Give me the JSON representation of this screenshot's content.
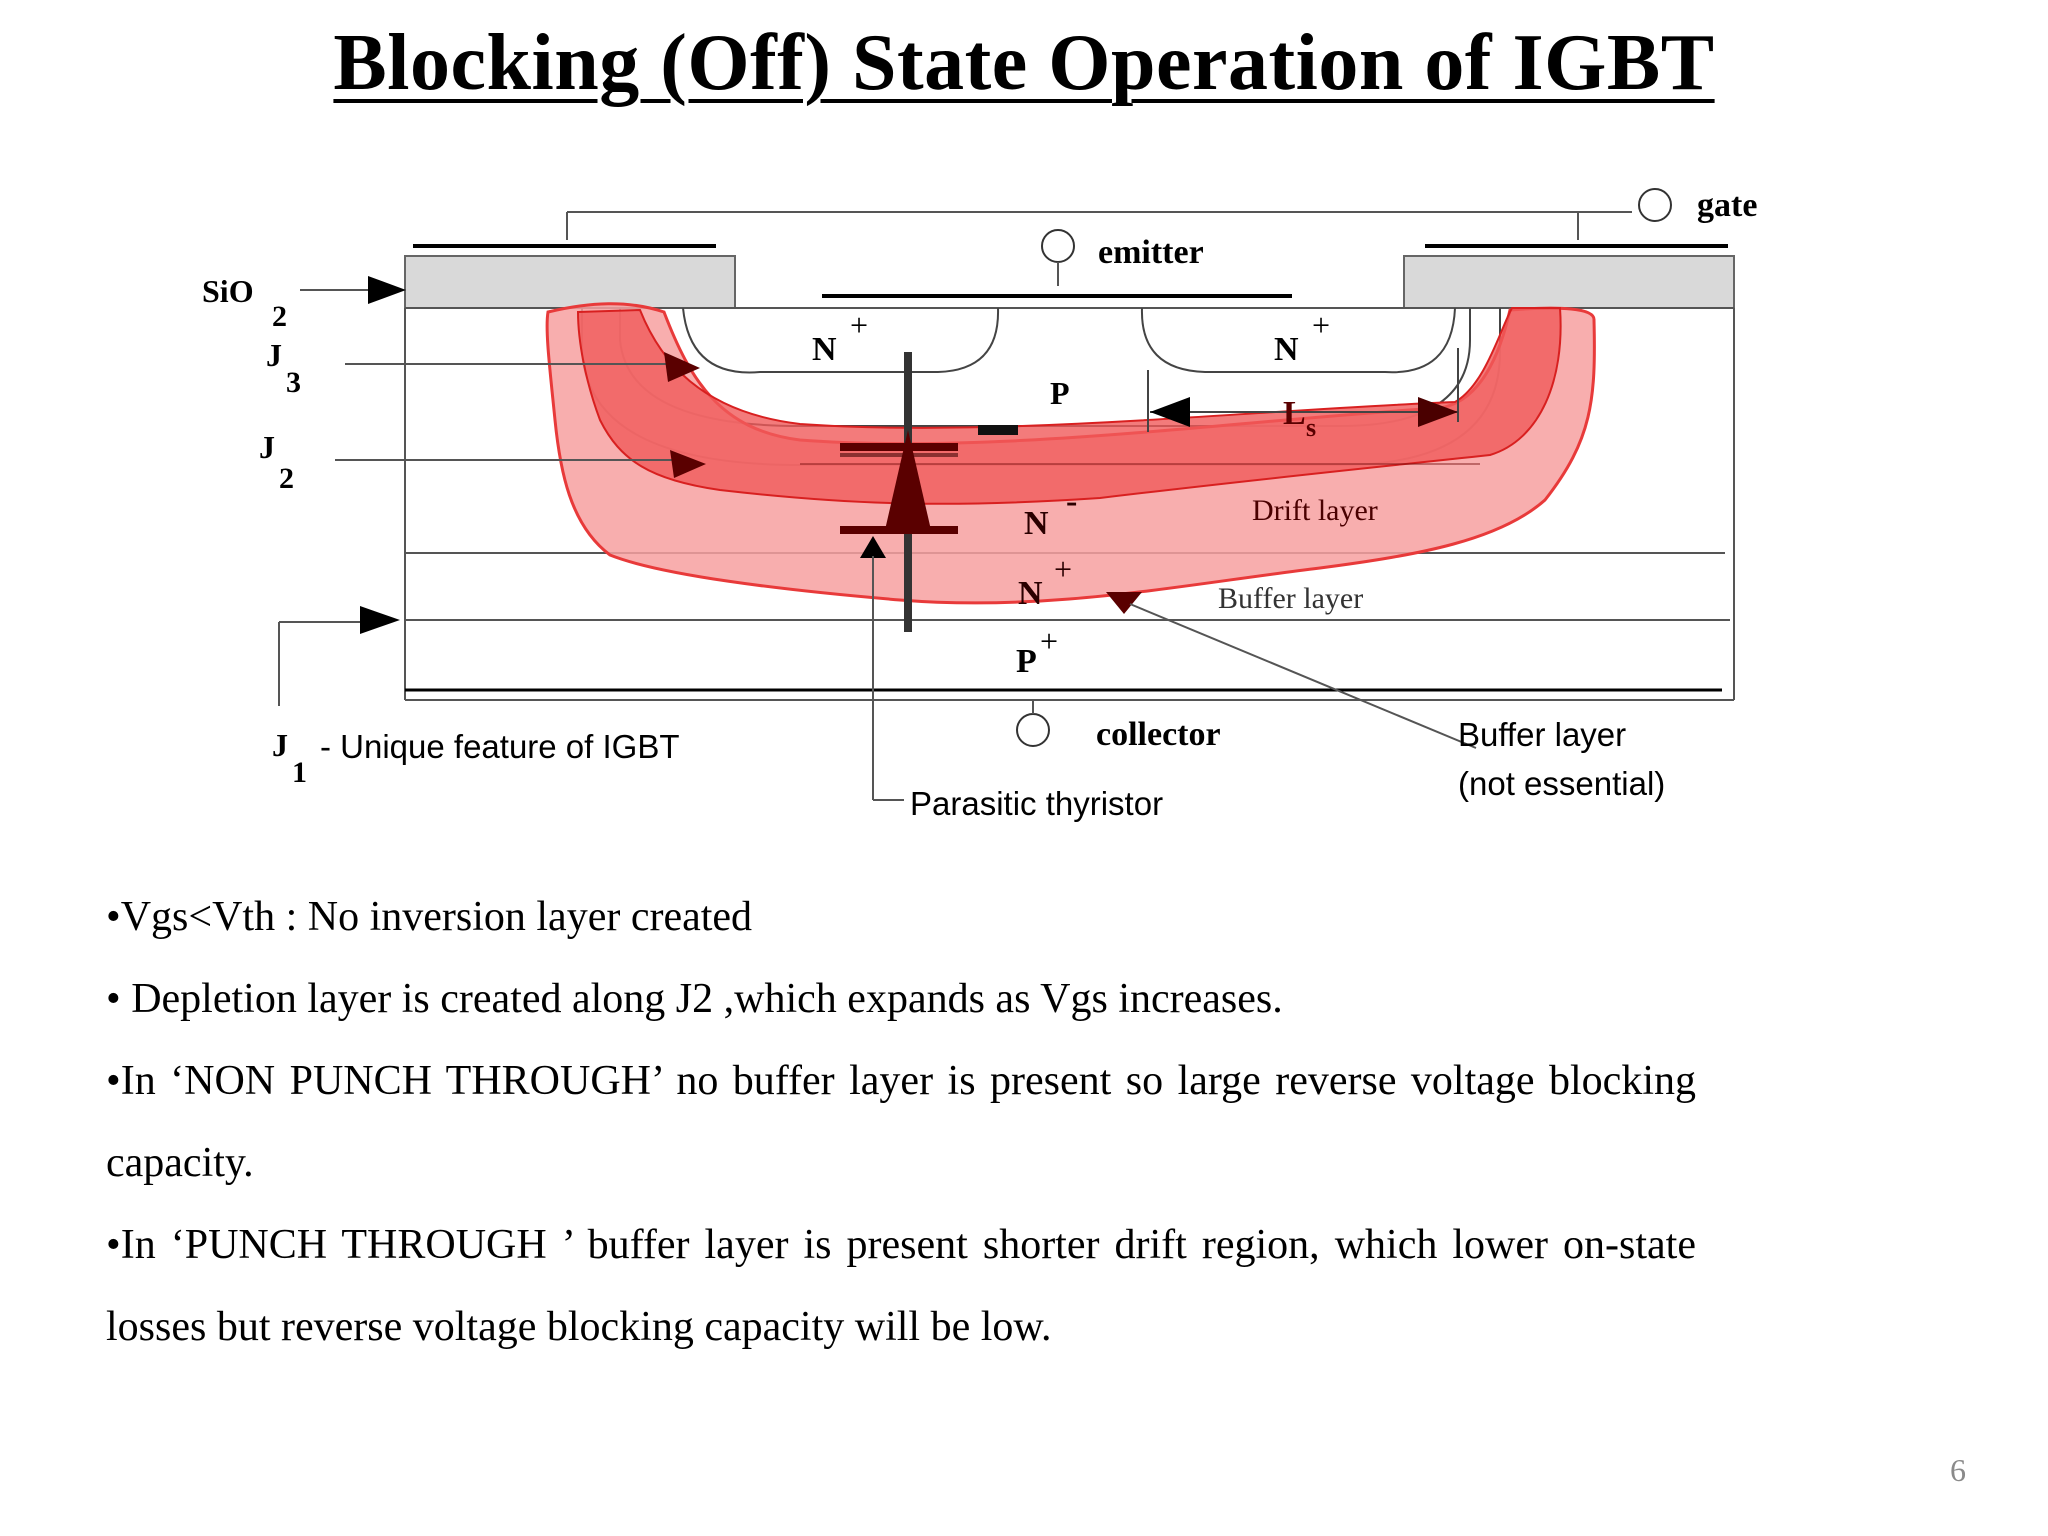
{
  "title": "Blocking (Off) State Operation of IGBT",
  "diagram": {
    "terminals": {
      "gate": "gate",
      "emitter": "emitter",
      "collector": "collector"
    },
    "oxide": {
      "main": "SiO",
      "sub": "2"
    },
    "junctions": {
      "j3": {
        "main": "J",
        "sub": "3"
      },
      "j2": {
        "main": "J",
        "sub": "2"
      },
      "j1": {
        "main": "J",
        "sub": "1",
        "caption": "- Unique feature of IGBT"
      }
    },
    "regions": {
      "n_plus_left": {
        "main": "N",
        "sup": "+"
      },
      "n_plus_right": {
        "main": "N",
        "sup": "+"
      },
      "p_body": "P",
      "ls": {
        "main": "L",
        "sub": "s"
      },
      "n_minus": {
        "main": "N",
        "sup": "-"
      },
      "drift_layer": "Drift layer",
      "n_plus_buffer": {
        "main": "N",
        "sup": "+"
      },
      "buffer_layer": "Buffer layer",
      "p_plus": {
        "main": "P",
        "sup": "+"
      }
    },
    "callouts": {
      "parasitic_thyristor": "Parasitic thyristor",
      "buffer_note_line1": "Buffer layer",
      "buffer_note_line2": "(not essential)"
    },
    "colors": {
      "depletion_fill": "#f7a0a0",
      "depletion_core": "#f06464",
      "depletion_edge": "#e83a3a",
      "oxide_fill": "#d9d9d9",
      "thyristor": "#5a0000"
    }
  },
  "bullets": [
    "•Vgs<Vth : No inversion layer created",
    "• Depletion layer  is created along J2 ,which expands as Vgs increases.",
    "•In  ‘NON PUNCH THROUGH’ no buffer layer is present so large reverse voltage blocking capacity.",
    "•In  ‘PUNCH THROUGH ’ buffer layer is present shorter drift region, which lower on-state losses but  reverse voltage blocking capacity will be low."
  ],
  "page_number": "6"
}
